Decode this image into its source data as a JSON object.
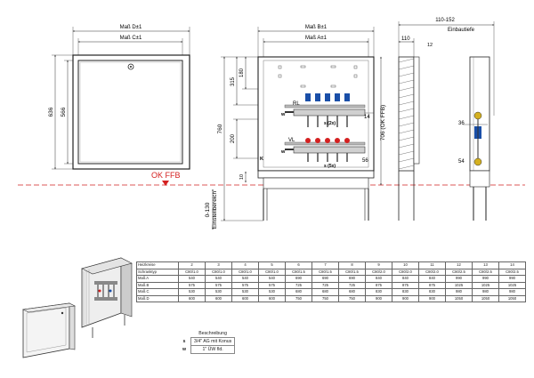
{
  "front_view": {
    "dim_top_outer": "Maß D±1",
    "dim_top_inner": "Maß C±1",
    "dim_height_outer": "636",
    "dim_height_inner": "566"
  },
  "ok_ffb_label": "OK FFB",
  "section_view": {
    "dim_top_outer": "Maß B±1",
    "dim_top_inner": "Maß A±1",
    "dim_180": "180",
    "dim_315": "315",
    "dim_200": "200",
    "dim_760": "760",
    "dim_10": "10",
    "dim_0_130": "0-130",
    "einstellbereich": "Einstellbereich",
    "dim_706": "706 (OK FFB)",
    "label_rl": "RL",
    "label_vl": "VL",
    "label_s2x": "s (2x)",
    "label_s5x": "s (5x)",
    "label_w": "w",
    "label_k": "K",
    "dim_14": "14",
    "dim_56": "56"
  },
  "side_view": {
    "dim_110_152": "110-152",
    "einbautiefe": "Einbautiefe",
    "dim_110": "110",
    "dim_12": "12",
    "dim_36": "36",
    "dim_54": "54"
  },
  "spec_table": {
    "rows": [
      {
        "label": "Heizkreise",
        "cells": [
          "2",
          "3",
          "4",
          "5",
          "6",
          "7",
          "8",
          "9",
          "10",
          "11",
          "12",
          "13",
          "14"
        ]
      },
      {
        "label": "Schranktyp",
        "cells": [
          "C80/1.0",
          "C80/1.0",
          "C80/1.0",
          "C80/1.0",
          "C80/1.5",
          "C80/1.5",
          "C80/1.5",
          "C80/2.0",
          "C80/2.0",
          "C80/2.0",
          "C80/2.5",
          "C80/2.5",
          "C80/2.5"
        ]
      },
      {
        "label": "Maß A",
        "cells": [
          "540",
          "540",
          "540",
          "540",
          "690",
          "690",
          "690",
          "840",
          "840",
          "840",
          "990",
          "990",
          "990"
        ]
      },
      {
        "label": "Maß B",
        "cells": [
          "575",
          "575",
          "575",
          "575",
          "725",
          "725",
          "725",
          "875",
          "875",
          "875",
          "1025",
          "1025",
          "1025"
        ]
      },
      {
        "label": "Maß C",
        "cells": [
          "530",
          "530",
          "530",
          "530",
          "680",
          "680",
          "680",
          "830",
          "830",
          "830",
          "980",
          "980",
          "980"
        ]
      },
      {
        "label": "Maß D",
        "cells": [
          "600",
          "600",
          "600",
          "600",
          "750",
          "750",
          "750",
          "900",
          "900",
          "900",
          "1050",
          "1050",
          "1050"
        ]
      }
    ]
  },
  "legend": {
    "title": "Beschreibung",
    "items": [
      {
        "key": "s",
        "text": "3/4\" AG mit Konus"
      },
      {
        "key": "w",
        "text": "1\" ÜW fld."
      }
    ]
  },
  "colors": {
    "line": "#222222",
    "dim": "#444444",
    "red_accent": "#d42020",
    "blue_accent": "#1a4fa8"
  }
}
